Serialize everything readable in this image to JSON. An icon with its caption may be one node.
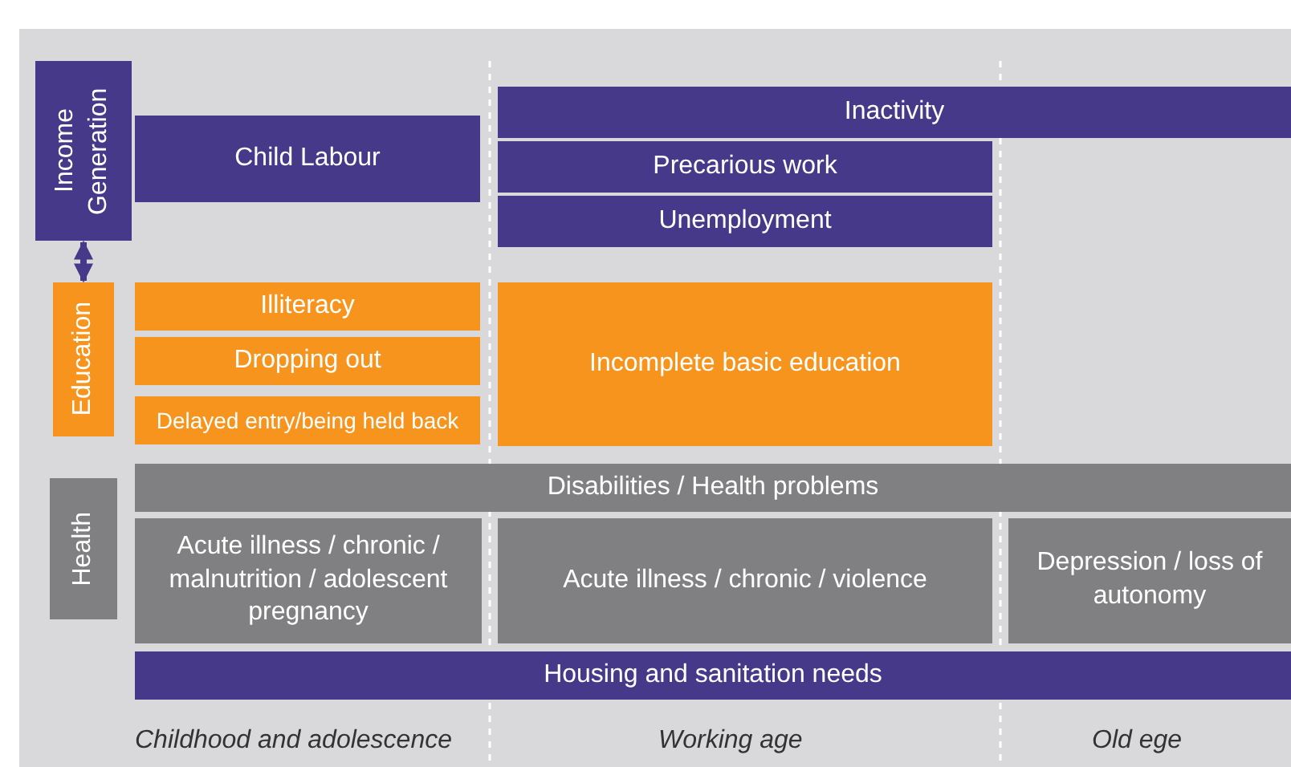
{
  "diagram": {
    "nodes": [
      {
        "text": [
          "Income Generation"
        ]
      },
      {
        "text": [
          "Education"
        ]
      },
      {
        "text": [
          "Health"
        ]
      },
      {
        "text": [
          "Child Labour"
        ]
      },
      {
        "text": [
          "Inactivity"
        ]
      },
      {
        "text": [
          "Precarious work"
        ]
      },
      {
        "text": [
          "Unemployment"
        ]
      },
      {
        "text": [
          "Illiteracy"
        ]
      },
      {
        "text": [
          "Dropping out"
        ]
      },
      {
        "text": [
          "Delayed entry/being held back"
        ]
      },
      {
        "text": [
          "Incomplete basic education"
        ]
      },
      {
        "text": [
          "Disabilities / Health problems"
        ]
      },
      {
        "text": [
          "Acute illness / chronic / malnutrition / adolescent pregnancy"
        ]
      },
      {
        "text": [
          "Acute illness / chronic / violence"
        ]
      },
      {
        "text": [
          "Depression / loss of autonomy"
        ]
      },
      {
        "text": [
          "Housing and sanitation needs"
        ]
      }
    ],
    "edges": [
      {
        "from": 0,
        "to": 1,
        "arrow": "both"
      }
    ],
    "labels": [
      "Childhood and adolescence",
      "Working age",
      "Old ege"
    ]
  }
}
